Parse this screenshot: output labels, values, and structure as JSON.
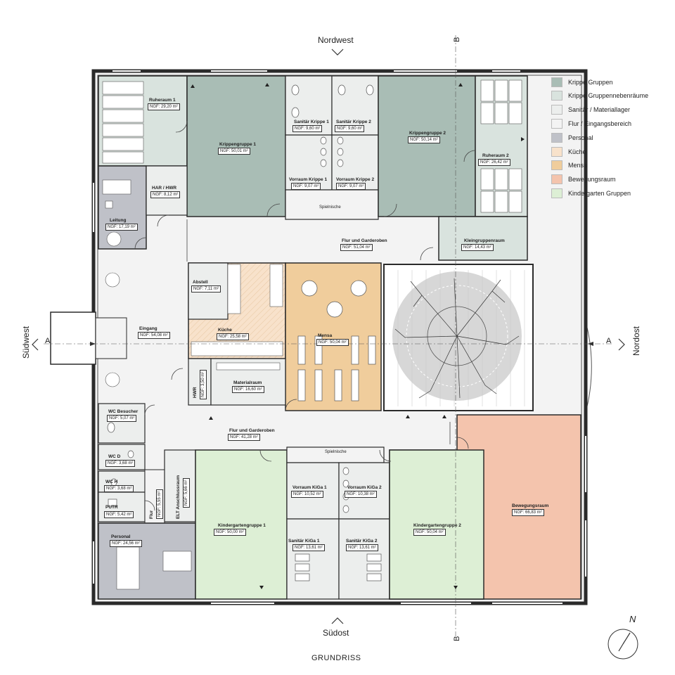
{
  "directions": {
    "north": "Nordwest",
    "south": "Südost",
    "west": "Südwest",
    "east": "Nordost"
  },
  "title": "GRUNDRISS",
  "section_marks": {
    "a": "A",
    "b": "B"
  },
  "compass": {
    "label": "N"
  },
  "legend": [
    {
      "label": "Krippe Gruppen",
      "color": "#a9bdb5"
    },
    {
      "label": "Krippe Gruppennebenräume",
      "color": "#d9e3de"
    },
    {
      "label": "Sanitär / Materiallager",
      "color": "#eceeed"
    },
    {
      "label": "Flur / Eingangsbereich",
      "color": "#f3f3f3"
    },
    {
      "label": "Personal",
      "color": "#bfc1c8"
    },
    {
      "label": "Küche",
      "color": "#f8e2cb"
    },
    {
      "label": "Mensa",
      "color": "#f0cd9c"
    },
    {
      "label": "Bewegungsraum",
      "color": "#f4c4ad"
    },
    {
      "label": "Kindergarten Gruppen",
      "color": "#ddefd5"
    }
  ],
  "rooms": {
    "ruheraum1": {
      "name": "Ruheraum 1",
      "area": "NGF: 29,20 m²"
    },
    "krippengruppe1": {
      "name": "Krippengruppe 1",
      "area": "NGF: 50,01 m²"
    },
    "sanitaer_krippe1": {
      "name": "Sanitär Krippe 1",
      "area": "NGF: 9,60 m²"
    },
    "sanitaer_krippe2": {
      "name": "Sanitär Krippe 2",
      "area": "NGF: 9,60 m²"
    },
    "krippengruppe2": {
      "name": "Krippengruppe 2",
      "area": "NGF: 50,14 m²"
    },
    "ruheraum2": {
      "name": "Ruheraum 2",
      "area": "NGF: 26,42 m²"
    },
    "vorraum_krippe1": {
      "name": "Vorraum Krippe 1",
      "area": "NGF: 9,07 m²"
    },
    "vorraum_krippe2": {
      "name": "Vorraum Krippe 2",
      "area": "NGF: 9,07 m²"
    },
    "spielnische_top": {
      "name": "Spielnische"
    },
    "har_hwr": {
      "name": "HAR / HWR",
      "area": "NGF: 8,12 m²"
    },
    "leitung": {
      "name": "Leitung",
      "area": "NGF: 17,19 m²"
    },
    "flur_garderoben1": {
      "name": "Flur und Garderoben",
      "area": "NGF:         51,04 m²"
    },
    "kleingruppenraum": {
      "name": "Kleingruppenraum",
      "area": "NGF:   14,43 m²"
    },
    "abstell": {
      "name": "Abstell",
      "area": "NGF: 7,11 m²"
    },
    "kueche": {
      "name": "Küche",
      "area": "NGF: 25,58 m²"
    },
    "mensa": {
      "name": "Mensa",
      "area": "NGF: 50,04 m²"
    },
    "eingang": {
      "name": "Eingang",
      "area": "NGF: 54,08 m²"
    },
    "materialraum": {
      "name": "Materialraum",
      "area": "NGF: 16,60 m²"
    },
    "hwr": {
      "name": "HWR",
      "area": "NGF: 3,50 m²"
    },
    "wc_besucher": {
      "name": "WC Besucher",
      "area": "NGF: 5,07 m²"
    },
    "wc_d": {
      "name": "WC D",
      "area": "NGF: 3,68 m²"
    },
    "wc_h": {
      "name": "WC H",
      "area": "NGF: 3,68 m²"
    },
    "putzr": {
      "name": "PUTR",
      "area": "NGF: 5,42 m²"
    },
    "flur_small": {
      "name": "Flur",
      "area": "NGF: 5,55 m²"
    },
    "elt": {
      "name": "ELT Anschlussraum",
      "area": "NGF: 5,66 m²"
    },
    "personal": {
      "name": "Personal",
      "area": "NGF: 24,56 m²"
    },
    "flur_garderoben2": {
      "name": "Flur und Garderoben",
      "area": "NGF:         41,28 m²"
    },
    "spielnische_bottom": {
      "name": "Spielnische"
    },
    "vorraum_kiga1": {
      "name": "Vorraum KiGa 1",
      "area": "NGF: 10,52 m²"
    },
    "vorraum_kiga2": {
      "name": "Vorraum KiGa 2",
      "area": "NGF: 10,38 m²"
    },
    "kindergartengruppe1": {
      "name": "Kindergartengruppe 1",
      "area": "NGF:          50,00 m²"
    },
    "kindergartengruppe2": {
      "name": "Kindergartengruppe 2",
      "area": "NGF:          50,04 m²"
    },
    "sanitaer_kiga1": {
      "name": "Sanitär KiGa 1",
      "area": "NGF: 13,61 m²"
    },
    "sanitaer_kiga2": {
      "name": "Sanitär KiGa 2",
      "area": "NGF: 13,61 m²"
    },
    "bewegungsraum": {
      "name": "Bewegungsraum",
      "area": "NGF: 66,83 m²"
    }
  }
}
